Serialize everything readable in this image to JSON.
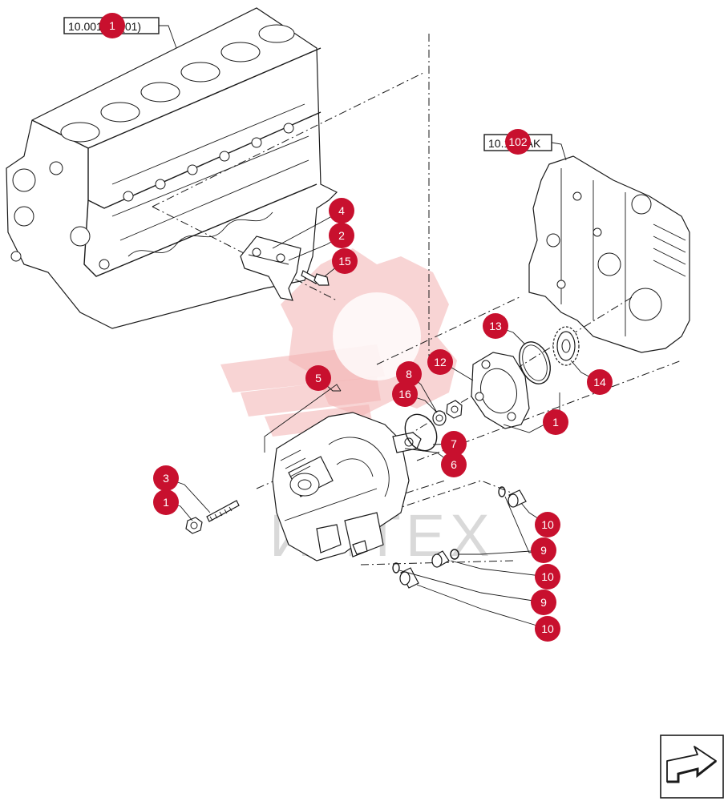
{
  "references": {
    "engine_block": "10.001.ab (01)",
    "gear_housing": "10.102.AK"
  },
  "watermark": "ИНТЕХ",
  "callouts": [
    {
      "id": "c4",
      "label": "4"
    },
    {
      "id": "c2",
      "label": "2"
    },
    {
      "id": "c15",
      "label": "15"
    },
    {
      "id": "c5",
      "label": "5"
    },
    {
      "id": "c12",
      "label": "12"
    },
    {
      "id": "c13",
      "label": "13"
    },
    {
      "id": "c14",
      "label": "14"
    },
    {
      "id": "c8",
      "label": "8"
    },
    {
      "id": "c16",
      "label": "16"
    },
    {
      "id": "c1a",
      "label": "1"
    },
    {
      "id": "c7",
      "label": "7"
    },
    {
      "id": "c6",
      "label": "6"
    },
    {
      "id": "c3",
      "label": "3"
    },
    {
      "id": "c1b",
      "label": "1"
    },
    {
      "id": "c10a",
      "label": "10"
    },
    {
      "id": "c9a",
      "label": "9"
    },
    {
      "id": "c10b",
      "label": "10"
    },
    {
      "id": "c9b",
      "label": "9"
    },
    {
      "id": "c10c",
      "label": "10"
    },
    {
      "id": "ref1",
      "label": "1"
    },
    {
      "id": "ref2",
      "label": "102"
    }
  ],
  "colors": {
    "badge": "#c8102e",
    "line": "#1a1a1a",
    "watermark": "#f3b0b0"
  },
  "icons": {
    "nav": "next-page-arrow-icon"
  }
}
